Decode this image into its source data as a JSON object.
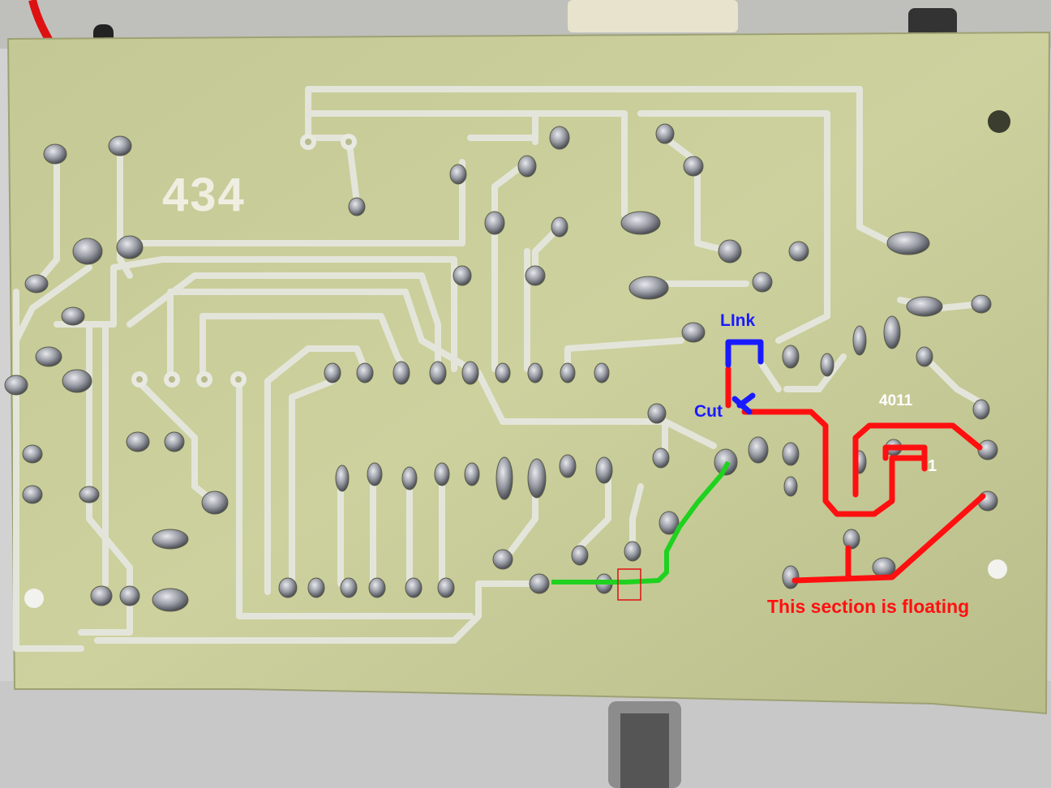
{
  "board": {
    "silkscreen_number": "434",
    "colors": {
      "board": "#c9cd99",
      "board_dark": "#aeb283",
      "trace": "#e6e7dc",
      "solder": "#9a9ca2",
      "enclosure": "#d4d4d4"
    }
  },
  "annotations": {
    "link": {
      "text": "LInk",
      "color": "#1a1aff"
    },
    "cut": {
      "text": "Cut",
      "color": "#1a1aff"
    },
    "ic": {
      "text": "4011",
      "color": "#ffffff"
    },
    "pin": {
      "text": "1",
      "color": "#ffffff"
    },
    "floating": {
      "text": "This section is floating",
      "color": "#ff1010"
    },
    "green_trace_color": "#1fd21f",
    "red_trace_color": "#ff1010",
    "highlight_box_color": "#e01010"
  }
}
